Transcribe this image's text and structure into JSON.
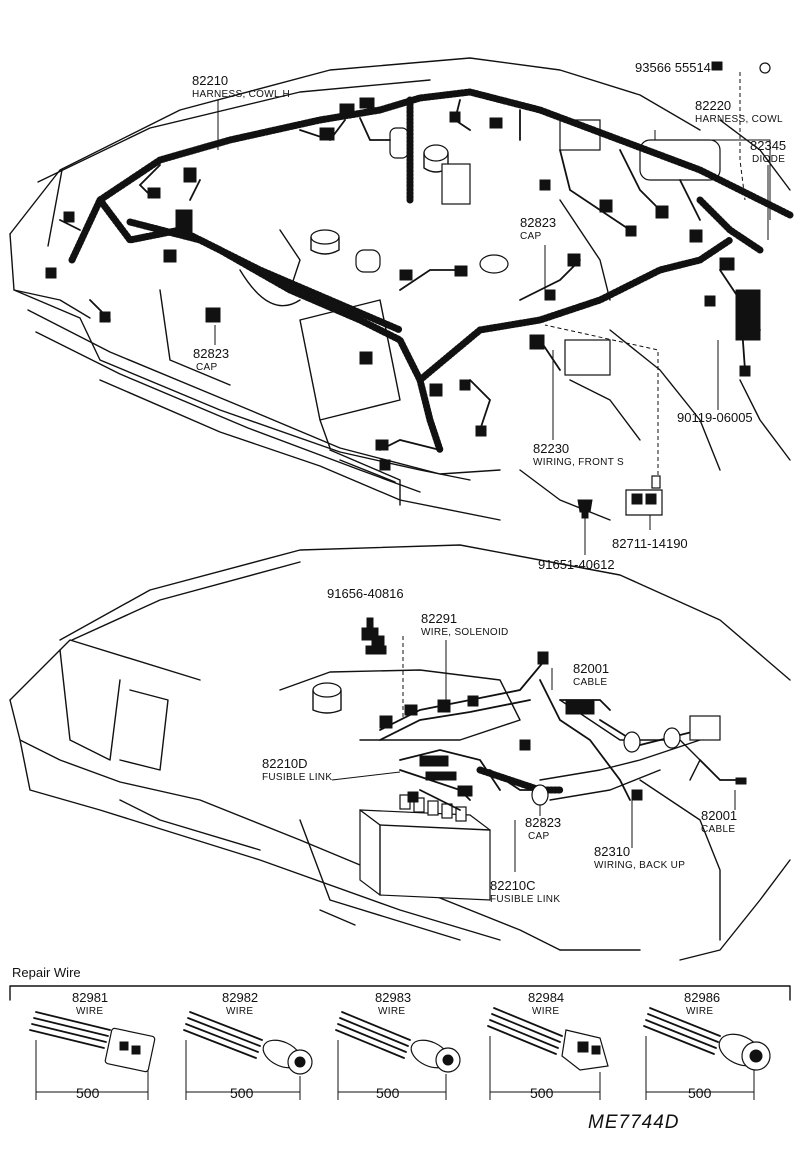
{
  "top_callouts": [
    {
      "number": "82210",
      "name": "HARNESS, COWL H"
    },
    {
      "number": "93566 55514",
      "name": ""
    },
    {
      "number": "82220",
      "name": "HARNESS, COWL"
    },
    {
      "number": "82345",
      "name": "DIODE"
    },
    {
      "number": "82823",
      "name": "CAP"
    },
    {
      "number": "82823",
      "name": "CAP"
    },
    {
      "number": "90119-06005",
      "name": ""
    },
    {
      "number": "82230",
      "name": "WIRING, FRONT S"
    },
    {
      "number": "82711-14190",
      "name": ""
    },
    {
      "number": "91651-40612",
      "name": ""
    }
  ],
  "bottom_callouts": [
    {
      "number": "91656-40816",
      "name": ""
    },
    {
      "number": "82291",
      "name": "WIRE, SOLENOID"
    },
    {
      "number": "82001",
      "name": "CABLE"
    },
    {
      "number": "82210D",
      "name": "FUSIBLE LINK"
    },
    {
      "number": "82001",
      "name": "CABLE"
    },
    {
      "number": "82823",
      "name": "CAP"
    },
    {
      "number": "82310",
      "name": "WIRING, BACK UP"
    },
    {
      "number": "82210C",
      "name": "FUSIBLE LINK"
    }
  ],
  "repair_wire": {
    "title": "Repair Wire",
    "items": [
      {
        "number": "82981",
        "name": "WIRE",
        "length": "500"
      },
      {
        "number": "82982",
        "name": "WIRE",
        "length": "500"
      },
      {
        "number": "82983",
        "name": "WIRE",
        "length": "500"
      },
      {
        "number": "82984",
        "name": "WIRE",
        "length": "500"
      },
      {
        "number": "82986",
        "name": "WIRE",
        "length": "500"
      }
    ]
  },
  "drawing_code": "ME7744D"
}
